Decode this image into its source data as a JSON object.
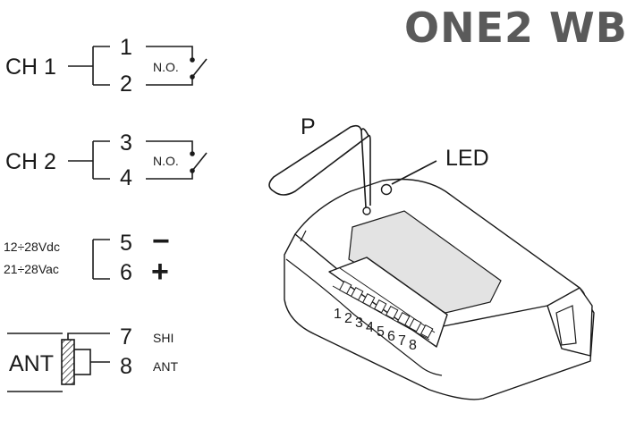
{
  "title": "ONE2 WB",
  "channels": [
    {
      "label": "CH 1",
      "pin_a": "1",
      "pin_b": "2",
      "contact": "N.O."
    },
    {
      "label": "CH 2",
      "pin_a": "3",
      "pin_b": "4",
      "contact": "N.O."
    }
  ],
  "power": {
    "dc_label": "12÷28Vdc",
    "ac_label": "21÷28Vac",
    "pin_neg": "5",
    "pin_pos": "6",
    "neg_symbol": "−",
    "pos_symbol": "+"
  },
  "antenna": {
    "label": "ANT",
    "pin_shield": "7",
    "pin_shield_label": "SHI",
    "pin_signal": "8",
    "pin_signal_label": "ANT"
  },
  "device": {
    "jumper_label": "P",
    "led_label": "LED",
    "terminal_numbers": [
      "1",
      "2",
      "3",
      "4",
      "5",
      "6",
      "7",
      "8"
    ]
  }
}
